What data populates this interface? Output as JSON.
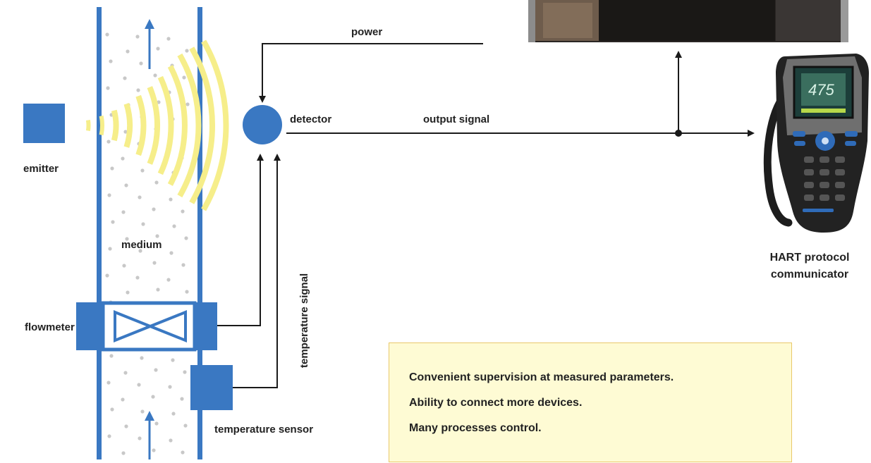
{
  "labels": {
    "power": "power",
    "detector": "detector",
    "output_signal": "output signal",
    "emitter": "emitter",
    "medium": "medium",
    "temperature_signal": "temperature signal",
    "flowmeter": "flowmeter",
    "temperature_sensor": "temperature sensor",
    "hart_line1": "HART protocol",
    "hart_line2": "communicator"
  },
  "device_screen_text": "475",
  "notes": [
    "Convenient supervision at measured parameters.",
    "Ability to connect more devices.",
    "Many processes control."
  ],
  "colors": {
    "blue": "#3a78c2",
    "wave": "#f6ee8a",
    "dots": "#c8c8c8",
    "line": "#1a1a1a",
    "note_bg": "#fefbd4",
    "note_border": "#e9c86a"
  }
}
